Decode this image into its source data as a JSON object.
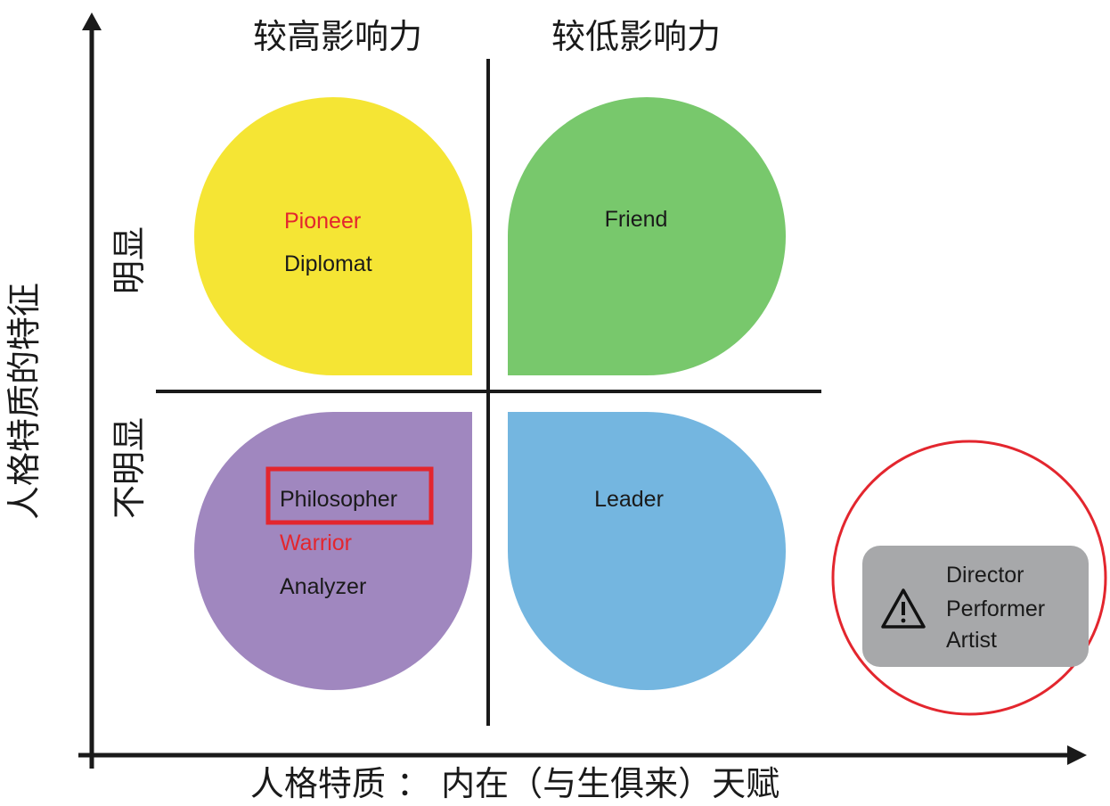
{
  "axes": {
    "x_label": "人格特质 ： 内在（与生俱来）天赋",
    "y_label": "人格特质的特征"
  },
  "columns": {
    "left": "较高影响力",
    "right": "较低影响力"
  },
  "rows": {
    "top": "明显",
    "bottom": "不明显"
  },
  "quadrants": {
    "top_left": {
      "color": "#f5e534",
      "items": [
        {
          "text": "Pioneer",
          "color": "#e3262e"
        },
        {
          "text": "Diplomat",
          "color": "#1a1a1a"
        }
      ]
    },
    "top_right": {
      "color": "#78c86c",
      "items": [
        {
          "text": "Friend",
          "color": "#1a1a1a"
        }
      ]
    },
    "bottom_left": {
      "color": "#a087bf",
      "items": [
        {
          "text": "Philosopher",
          "color": "#1a1a1a",
          "highlighted": true
        },
        {
          "text": "Warrior",
          "color": "#e3262e"
        },
        {
          "text": "Analyzer",
          "color": "#1a1a1a"
        }
      ]
    },
    "bottom_right": {
      "color": "#74b6e0",
      "items": [
        {
          "text": "Leader",
          "color": "#1a1a1a"
        }
      ]
    }
  },
  "outside": {
    "icon": "warning-icon",
    "box_color": "#a7a8aa",
    "circle_color": "#e3262e",
    "items": [
      "Director",
      "Performer",
      "Artist"
    ]
  },
  "highlight_color": "#e3262e"
}
